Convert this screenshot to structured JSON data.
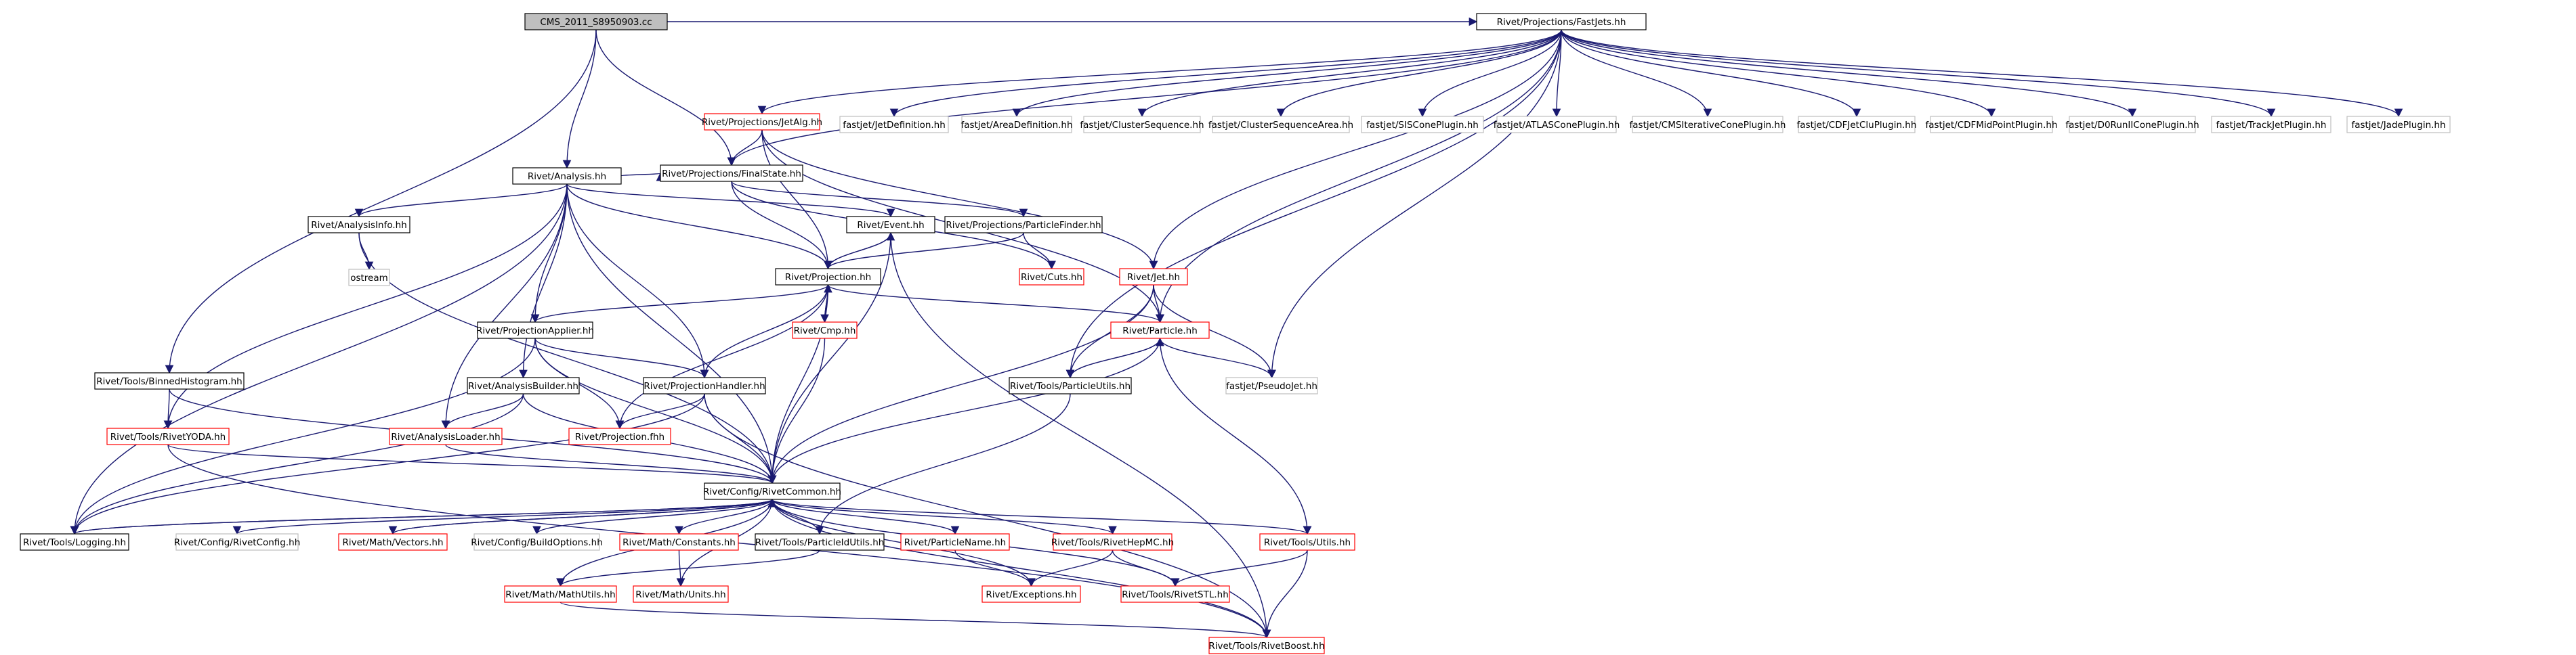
{
  "title": "CMS_2011_S8950903.cc",
  "colors": {
    "edge": "#191970",
    "node_default": "#000000",
    "node_missing": "#ff0000",
    "node_system": "#bfbfbf",
    "root_fill": "#bfbfbf"
  },
  "nodes": [
    {
      "id": "root",
      "label": "CMS_2011_S8950903.cc",
      "style": "root"
    },
    {
      "id": "analysis",
      "label": "Rivet/Analysis.hh",
      "style": "black"
    },
    {
      "id": "fastjets",
      "label": "Rivet/Projections/FastJets.hh",
      "style": "black"
    },
    {
      "id": "binned",
      "label": "Rivet/Tools/BinnedHistogram.hh",
      "style": "black"
    },
    {
      "id": "finalstate",
      "label": "Rivet/Projections/FinalState.hh",
      "style": "black"
    },
    {
      "id": "jetalg",
      "label": "Rivet/Projections/JetAlg.hh",
      "style": "red"
    },
    {
      "id": "fj_jetdef",
      "label": "fastjet/JetDefinition.hh",
      "style": "gray"
    },
    {
      "id": "fj_areadef",
      "label": "fastjet/AreaDefinition.hh",
      "style": "gray"
    },
    {
      "id": "fj_cs",
      "label": "fastjet/ClusterSequence.hh",
      "style": "gray"
    },
    {
      "id": "fj_csa",
      "label": "fastjet/ClusterSequenceArea.hh",
      "style": "gray"
    },
    {
      "id": "fj_sis",
      "label": "fastjet/SISConePlugin.hh",
      "style": "gray"
    },
    {
      "id": "fj_atlas",
      "label": "fastjet/ATLASConePlugin.hh",
      "style": "gray"
    },
    {
      "id": "fj_cmsit",
      "label": "fastjet/CMSIterativeConePlugin.hh",
      "style": "gray"
    },
    {
      "id": "fj_cdfclu",
      "label": "fastjet/CDFJetCluPlugin.hh",
      "style": "gray"
    },
    {
      "id": "fj_cdfmid",
      "label": "fastjet/CDFMidPointPlugin.hh",
      "style": "gray"
    },
    {
      "id": "fj_d0",
      "label": "fastjet/D0RunIIConePlugin.hh",
      "style": "gray"
    },
    {
      "id": "fj_track",
      "label": "fastjet/TrackJetPlugin.hh",
      "style": "gray"
    },
    {
      "id": "fj_jade",
      "label": "fastjet/JadePlugin.hh",
      "style": "gray"
    },
    {
      "id": "analysisinfo",
      "label": "Rivet/AnalysisInfo.hh",
      "style": "black"
    },
    {
      "id": "event",
      "label": "Rivet/Event.hh",
      "style": "black"
    },
    {
      "id": "partfinder",
      "label": "Rivet/Projections/ParticleFinder.hh",
      "style": "black"
    },
    {
      "id": "ostream",
      "label": "ostream",
      "style": "gray"
    },
    {
      "id": "cuts",
      "label": "Rivet/Cuts.hh",
      "style": "red"
    },
    {
      "id": "projection",
      "label": "Rivet/Projection.hh",
      "style": "black"
    },
    {
      "id": "jet",
      "label": "Rivet/Jet.hh",
      "style": "red"
    },
    {
      "id": "cmp",
      "label": "Rivet/Cmp.hh",
      "style": "red"
    },
    {
      "id": "projapplier",
      "label": "Rivet/ProjectionApplier.hh",
      "style": "black"
    },
    {
      "id": "particle",
      "label": "Rivet/Particle.hh",
      "style": "red"
    },
    {
      "id": "pseudojet",
      "label": "fastjet/PseudoJet.hh",
      "style": "gray"
    },
    {
      "id": "analysisbuilder",
      "label": "Rivet/AnalysisBuilder.hh",
      "style": "black"
    },
    {
      "id": "projhandler",
      "label": "Rivet/ProjectionHandler.hh",
      "style": "black"
    },
    {
      "id": "particleutils",
      "label": "Rivet/Tools/ParticleUtils.hh",
      "style": "black"
    },
    {
      "id": "rivetyoda",
      "label": "Rivet/Tools/RivetYODA.hh",
      "style": "red"
    },
    {
      "id": "analysisloader",
      "label": "Rivet/AnalysisLoader.hh",
      "style": "red"
    },
    {
      "id": "projectionfhh",
      "label": "Rivet/Projection.fhh",
      "style": "red"
    },
    {
      "id": "rivetcommon",
      "label": "Rivet/Config/RivetCommon.hh",
      "style": "black"
    },
    {
      "id": "logging",
      "label": "Rivet/Tools/Logging.hh",
      "style": "black"
    },
    {
      "id": "rivetconfig",
      "label": "Rivet/Config/RivetConfig.hh",
      "style": "gray"
    },
    {
      "id": "vectors",
      "label": "Rivet/Math/Vectors.hh",
      "style": "red"
    },
    {
      "id": "buildoptions",
      "label": "Rivet/Config/BuildOptions.hh",
      "style": "gray"
    },
    {
      "id": "constants",
      "label": "Rivet/Math/Constants.hh",
      "style": "red"
    },
    {
      "id": "particleidutils",
      "label": "Rivet/Tools/ParticleIdUtils.hh",
      "style": "black"
    },
    {
      "id": "particlename",
      "label": "Rivet/ParticleName.hh",
      "style": "red"
    },
    {
      "id": "rivethepmc",
      "label": "Rivet/Tools/RivetHepMC.hh",
      "style": "red"
    },
    {
      "id": "utils",
      "label": "Rivet/Tools/Utils.hh",
      "style": "red"
    },
    {
      "id": "mathutils",
      "label": "Rivet/Math/MathUtils.hh",
      "style": "red"
    },
    {
      "id": "units",
      "label": "Rivet/Math/Units.hh",
      "style": "red"
    },
    {
      "id": "exceptions",
      "label": "Rivet/Exceptions.hh",
      "style": "red"
    },
    {
      "id": "rivetstl",
      "label": "Rivet/Tools/RivetSTL.hh",
      "style": "red"
    },
    {
      "id": "rivetboost",
      "label": "Rivet/Tools/RivetBoost.hh",
      "style": "red"
    }
  ]
}
